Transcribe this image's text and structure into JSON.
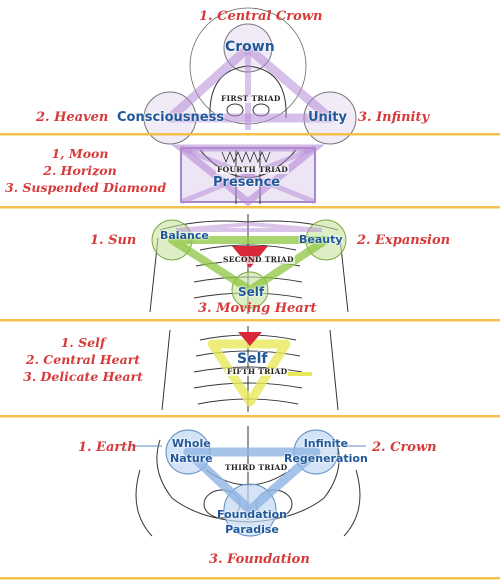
{
  "bands": {
    "band1": {
      "top_label": "1. Central Crown",
      "left_label": "2. Heaven",
      "right_label": "3. Infinity",
      "nodes": {
        "crown": "Crown",
        "consciousness": "Consciousness",
        "unity": "Unity"
      },
      "triad": "FIRST TRIAD"
    },
    "band2": {
      "left_lines": [
        "1, Moon",
        "2. Horizon",
        "3. Suspended Diamond"
      ],
      "nodes": {
        "presence": "Presence"
      },
      "triad": "FOURTH TRIAD"
    },
    "band3": {
      "left_label": "1. Sun",
      "right_label": "2. Expansion",
      "bottom_label": "3. Moving Heart",
      "nodes": {
        "balance": "Balance",
        "beauty": "Beauty",
        "self": "Self"
      },
      "triad": "SECOND TRIAD"
    },
    "band4": {
      "left_lines": [
        "1. Self",
        "2. Central Heart",
        "3. Delicate Heart"
      ],
      "nodes": {
        "self": "Self"
      },
      "triad": "FIFTH TRIAD"
    },
    "band5": {
      "left_label": "1. Earth",
      "right_label": "2. Crown",
      "bottom_label": "3. Foundation",
      "nodes": {
        "whole_nature": [
          "Whole",
          "Nature"
        ],
        "infinite_regeneration": [
          "Infinite",
          "Regeneration"
        ],
        "foundation_paradise": [
          "Foundation",
          "Paradise"
        ]
      },
      "triad": "THIRD TRIAD"
    }
  },
  "colors": {
    "divider": "#f2c14e",
    "label_red": "#d63a3a",
    "label_blue": "#21589a",
    "triad_purple": "#b58ad6",
    "triad_green": "#8cc63f",
    "triad_yellow": "#e9e85a",
    "triad_blue": "#8fb4e3",
    "heart_red": "#d8283a"
  }
}
